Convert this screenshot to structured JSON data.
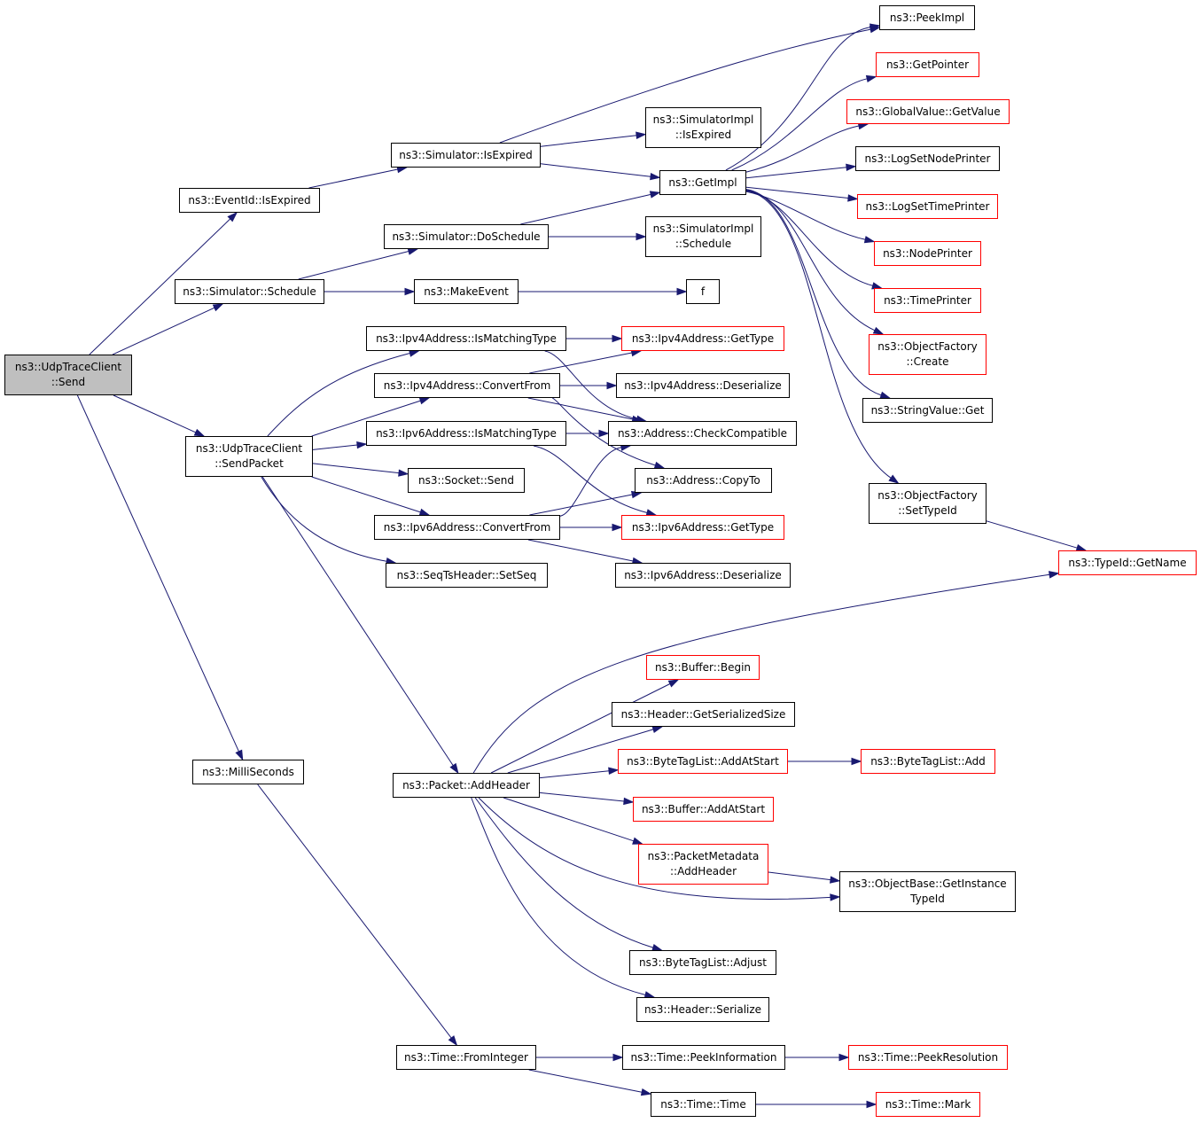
{
  "diagram": {
    "type": "call-graph",
    "colors": {
      "edge": "#191970",
      "root_fill": "#bfbfbf",
      "border_normal": "#000000",
      "border_truncated": "#ff0000"
    },
    "nodes": [
      {
        "id": "root",
        "label": "ns3::UdpTraceClient\n::Send",
        "style": "root"
      },
      {
        "id": "eventid_isexpired",
        "label": "ns3::EventId::IsExpired",
        "style": "normal"
      },
      {
        "id": "sim_schedule",
        "label": "ns3::Simulator::Schedule",
        "style": "normal"
      },
      {
        "id": "sendpacket",
        "label": "ns3::UdpTraceClient\n::SendPacket",
        "style": "normal"
      },
      {
        "id": "millis",
        "label": "ns3::MilliSeconds",
        "style": "normal"
      },
      {
        "id": "sim_isexpired",
        "label": "ns3::Simulator::IsExpired",
        "style": "normal"
      },
      {
        "id": "sim_doschedule",
        "label": "ns3::Simulator::DoSchedule",
        "style": "normal"
      },
      {
        "id": "makeevent",
        "label": "ns3::MakeEvent",
        "style": "normal"
      },
      {
        "id": "ipv4_ismatch",
        "label": "ns3::Ipv4Address::IsMatchingType",
        "style": "normal"
      },
      {
        "id": "ipv4_convert",
        "label": "ns3::Ipv4Address::ConvertFrom",
        "style": "normal"
      },
      {
        "id": "ipv6_ismatch",
        "label": "ns3::Ipv6Address::IsMatchingType",
        "style": "normal"
      },
      {
        "id": "socket_send",
        "label": "ns3::Socket::Send",
        "style": "normal"
      },
      {
        "id": "ipv6_convert",
        "label": "ns3::Ipv6Address::ConvertFrom",
        "style": "normal"
      },
      {
        "id": "seqts",
        "label": "ns3::SeqTsHeader::SetSeq",
        "style": "normal"
      },
      {
        "id": "addheader",
        "label": "ns3::Packet::AddHeader",
        "style": "normal"
      },
      {
        "id": "frominteger",
        "label": "ns3::Time::FromInteger",
        "style": "normal"
      },
      {
        "id": "simimpl_isexpired",
        "label": "ns3::SimulatorImpl\n::IsExpired",
        "style": "normal"
      },
      {
        "id": "getimpl",
        "label": "ns3::GetImpl",
        "style": "normal"
      },
      {
        "id": "simimpl_schedule",
        "label": "ns3::SimulatorImpl\n::Schedule",
        "style": "normal"
      },
      {
        "id": "f",
        "label": "f",
        "style": "normal"
      },
      {
        "id": "ipv4_gettype",
        "label": "ns3::Ipv4Address::GetType",
        "style": "truncated"
      },
      {
        "id": "ipv4_deser",
        "label": "ns3::Ipv4Address::Deserialize",
        "style": "normal"
      },
      {
        "id": "addr_check",
        "label": "ns3::Address::CheckCompatible",
        "style": "normal"
      },
      {
        "id": "addr_copyto",
        "label": "ns3::Address::CopyTo",
        "style": "normal"
      },
      {
        "id": "ipv6_gettype",
        "label": "ns3::Ipv6Address::GetType",
        "style": "truncated"
      },
      {
        "id": "ipv6_deser",
        "label": "ns3::Ipv6Address::Deserialize",
        "style": "normal"
      },
      {
        "id": "peekimpl",
        "label": "ns3::PeekImpl",
        "style": "normal"
      },
      {
        "id": "getpointer",
        "label": "ns3::GetPointer",
        "style": "truncated"
      },
      {
        "id": "globalvalue",
        "label": "ns3::GlobalValue::GetValue",
        "style": "truncated"
      },
      {
        "id": "lognode",
        "label": "ns3::LogSetNodePrinter",
        "style": "normal"
      },
      {
        "id": "logtime",
        "label": "ns3::LogSetTimePrinter",
        "style": "truncated"
      },
      {
        "id": "nodeprinter",
        "label": "ns3::NodePrinter",
        "style": "truncated"
      },
      {
        "id": "timeprinter",
        "label": "ns3::TimePrinter",
        "style": "truncated"
      },
      {
        "id": "objfactory_create",
        "label": "ns3::ObjectFactory\n::Create",
        "style": "truncated"
      },
      {
        "id": "stringvalue_get",
        "label": "ns3::StringValue::Get",
        "style": "normal"
      },
      {
        "id": "objfactory_settypeid",
        "label": "ns3::ObjectFactory\n::SetTypeId",
        "style": "normal"
      },
      {
        "id": "typeid_getname",
        "label": "ns3::TypeId::GetName",
        "style": "truncated"
      },
      {
        "id": "buffer_begin",
        "label": "ns3::Buffer::Begin",
        "style": "truncated"
      },
      {
        "id": "header_getsize",
        "label": "ns3::Header::GetSerializedSize",
        "style": "normal"
      },
      {
        "id": "btl_addatstart",
        "label": "ns3::ByteTagList::AddAtStart",
        "style": "truncated"
      },
      {
        "id": "btl_add",
        "label": "ns3::ByteTagList::Add",
        "style": "truncated"
      },
      {
        "id": "buffer_addatstart",
        "label": "ns3::Buffer::AddAtStart",
        "style": "truncated"
      },
      {
        "id": "pm_addheader",
        "label": "ns3::PacketMetadata\n::AddHeader",
        "style": "truncated"
      },
      {
        "id": "objbase_getinstance",
        "label": "ns3::ObjectBase::GetInstance\nTypeId",
        "style": "normal"
      },
      {
        "id": "btl_adjust",
        "label": "ns3::ByteTagList::Adjust",
        "style": "normal"
      },
      {
        "id": "header_serialize",
        "label": "ns3::Header::Serialize",
        "style": "normal"
      },
      {
        "id": "peekinfo",
        "label": "ns3::Time::PeekInformation",
        "style": "normal"
      },
      {
        "id": "peekres",
        "label": "ns3::Time::PeekResolution",
        "style": "truncated"
      },
      {
        "id": "time_time",
        "label": "ns3::Time::Time",
        "style": "normal"
      },
      {
        "id": "time_mark",
        "label": "ns3::Time::Mark",
        "style": "truncated"
      }
    ],
    "edges": [
      [
        "root",
        "eventid_isexpired"
      ],
      [
        "root",
        "sim_schedule"
      ],
      [
        "root",
        "sendpacket"
      ],
      [
        "root",
        "millis"
      ],
      [
        "eventid_isexpired",
        "sim_isexpired"
      ],
      [
        "sim_isexpired",
        "simimpl_isexpired"
      ],
      [
        "sim_isexpired",
        "getimpl"
      ],
      [
        "sim_isexpired",
        "peekimpl"
      ],
      [
        "sim_schedule",
        "sim_doschedule"
      ],
      [
        "sim_schedule",
        "makeevent"
      ],
      [
        "sim_doschedule",
        "getimpl"
      ],
      [
        "sim_doschedule",
        "simimpl_schedule"
      ],
      [
        "makeevent",
        "f"
      ],
      [
        "getimpl",
        "peekimpl"
      ],
      [
        "getimpl",
        "getpointer"
      ],
      [
        "getimpl",
        "globalvalue"
      ],
      [
        "getimpl",
        "lognode"
      ],
      [
        "getimpl",
        "logtime"
      ],
      [
        "getimpl",
        "nodeprinter"
      ],
      [
        "getimpl",
        "timeprinter"
      ],
      [
        "getimpl",
        "objfactory_create"
      ],
      [
        "getimpl",
        "stringvalue_get"
      ],
      [
        "getimpl",
        "objfactory_settypeid"
      ],
      [
        "objfactory_settypeid",
        "typeid_getname"
      ],
      [
        "sendpacket",
        "ipv4_ismatch"
      ],
      [
        "sendpacket",
        "ipv4_convert"
      ],
      [
        "sendpacket",
        "ipv6_ismatch"
      ],
      [
        "sendpacket",
        "socket_send"
      ],
      [
        "sendpacket",
        "ipv6_convert"
      ],
      [
        "sendpacket",
        "seqts"
      ],
      [
        "sendpacket",
        "addheader"
      ],
      [
        "ipv4_ismatch",
        "ipv4_gettype"
      ],
      [
        "ipv4_ismatch",
        "addr_check"
      ],
      [
        "ipv4_convert",
        "ipv4_gettype"
      ],
      [
        "ipv4_convert",
        "ipv4_deser"
      ],
      [
        "ipv4_convert",
        "addr_check"
      ],
      [
        "ipv4_convert",
        "addr_copyto"
      ],
      [
        "ipv6_ismatch",
        "addr_check"
      ],
      [
        "ipv6_ismatch",
        "ipv6_gettype"
      ],
      [
        "ipv6_convert",
        "addr_check"
      ],
      [
        "ipv6_convert",
        "addr_copyto"
      ],
      [
        "ipv6_convert",
        "ipv6_gettype"
      ],
      [
        "ipv6_convert",
        "ipv6_deser"
      ],
      [
        "addheader",
        "typeid_getname"
      ],
      [
        "addheader",
        "buffer_begin"
      ],
      [
        "addheader",
        "header_getsize"
      ],
      [
        "addheader",
        "btl_addatstart"
      ],
      [
        "addheader",
        "buffer_addatstart"
      ],
      [
        "addheader",
        "pm_addheader"
      ],
      [
        "addheader",
        "objbase_getinstance"
      ],
      [
        "addheader",
        "btl_adjust"
      ],
      [
        "addheader",
        "header_serialize"
      ],
      [
        "btl_addatstart",
        "btl_add"
      ],
      [
        "pm_addheader",
        "objbase_getinstance"
      ],
      [
        "millis",
        "frominteger"
      ],
      [
        "frominteger",
        "peekinfo"
      ],
      [
        "frominteger",
        "time_time"
      ],
      [
        "peekinfo",
        "peekres"
      ],
      [
        "time_time",
        "time_mark"
      ]
    ]
  }
}
